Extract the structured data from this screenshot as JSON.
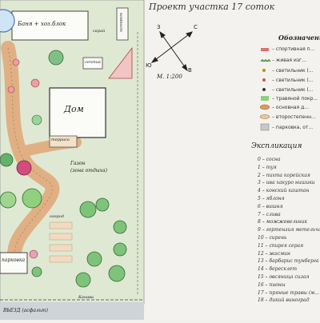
{
  "title": "Проект участка 17 соток",
  "compass": {
    "n": "С",
    "s": "Ю",
    "w": "З",
    "e": "В"
  },
  "scale": "М. 1:200",
  "plan_labels": {
    "bath": "Баня + хоз.блок",
    "house": "Дом",
    "terrace": "терраса",
    "lawn": "Газон\n(зона отдыха)",
    "garden": "огород",
    "compost": "компост",
    "shed": "сарай",
    "saray_small": "септик",
    "parking": "парковка",
    "road": "ВЬЕЗД (асфальт)",
    "ditch": "Канава"
  },
  "legend": {
    "title": "Обозначения",
    "items": [
      {
        "text": "– спортивная п..."
      },
      {
        "text": "– живая изг..."
      },
      {
        "text": "– светильник (..."
      },
      {
        "text": "– светильник (..."
      },
      {
        "text": "– светильник (..."
      },
      {
        "text": "– травяной покр..."
      },
      {
        "text": "– основная д..."
      },
      {
        "text": "– второстепенн..."
      },
      {
        "text": "– парковка, от..."
      }
    ]
  },
  "explication": {
    "title": "Экспликация",
    "items": [
      "0 – сосна",
      "1 – туя",
      "2 – пихта корейская",
      "3 – ива хакуро нишики",
      "4 – конский каштан",
      "5 – яблоня",
      "6 – вишня",
      "7 – слива",
      "8 – можжевельник",
      "9 – гортензия метельчатая",
      "10 – сирень",
      "11 – спирея серая",
      "12 – жасмин",
      "13 – барбарис тунберга",
      "14 – бересклет",
      "15 – овсяница сизая",
      "16 – пионы",
      "17 – пряные травы (м...",
      "18 – дикий виноград"
    ]
  }
}
